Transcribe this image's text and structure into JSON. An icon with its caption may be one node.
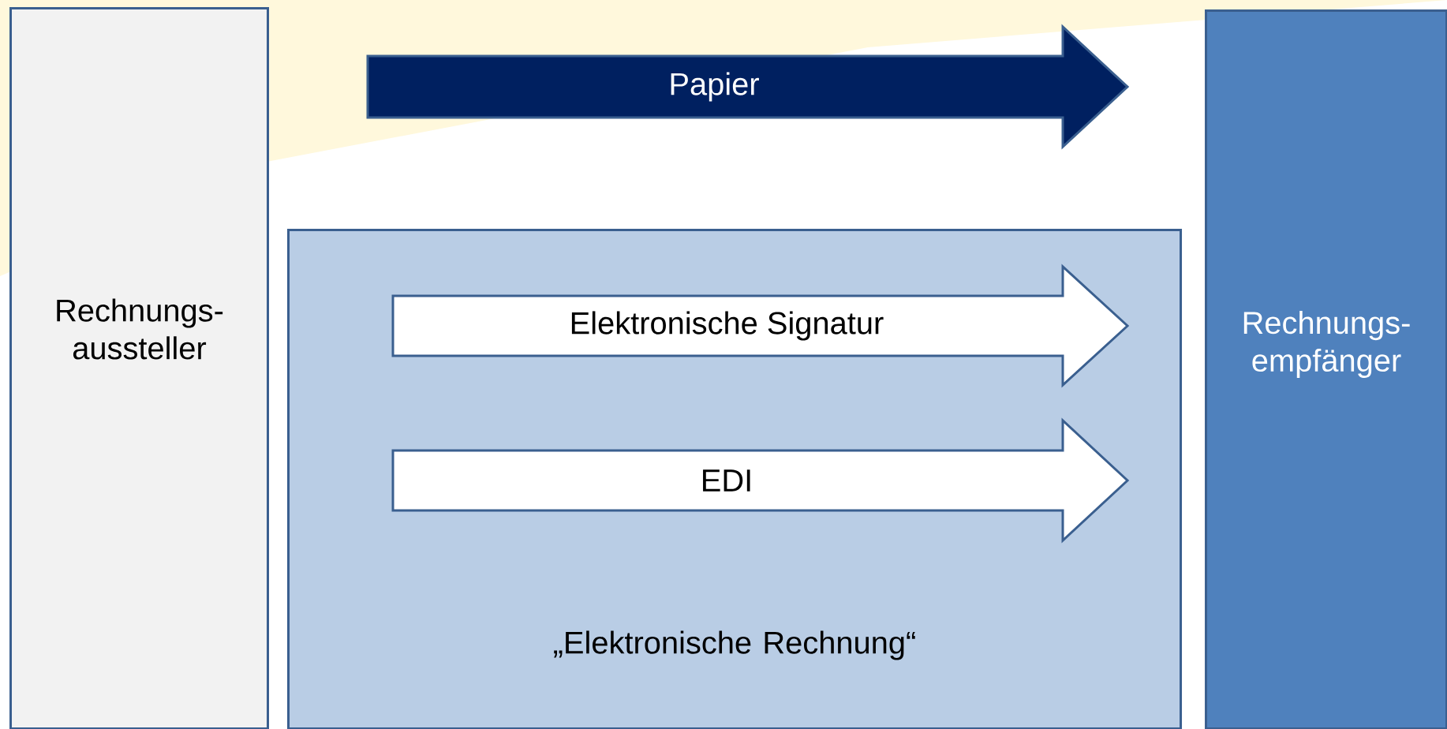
{
  "diagram": {
    "nodes": [
      {
        "text": [
          "Rechnungs- aussteller"
        ]
      },
      {
        "text": [
          "„Elektronische Rechnung“"
        ]
      },
      {
        "text": [
          "Rechnungs- empfänger"
        ]
      }
    ],
    "edges": [
      {
        "from": 0,
        "to": 2,
        "arrow": "to",
        "label": "Papier",
        "color": "#002060"
      },
      {
        "from": 0,
        "to": 2,
        "arrow": "to",
        "label": "Elektronische Signatur"
      },
      {
        "from": 0,
        "to": 2,
        "arrow": "to",
        "label": "EDI"
      }
    ]
  }
}
